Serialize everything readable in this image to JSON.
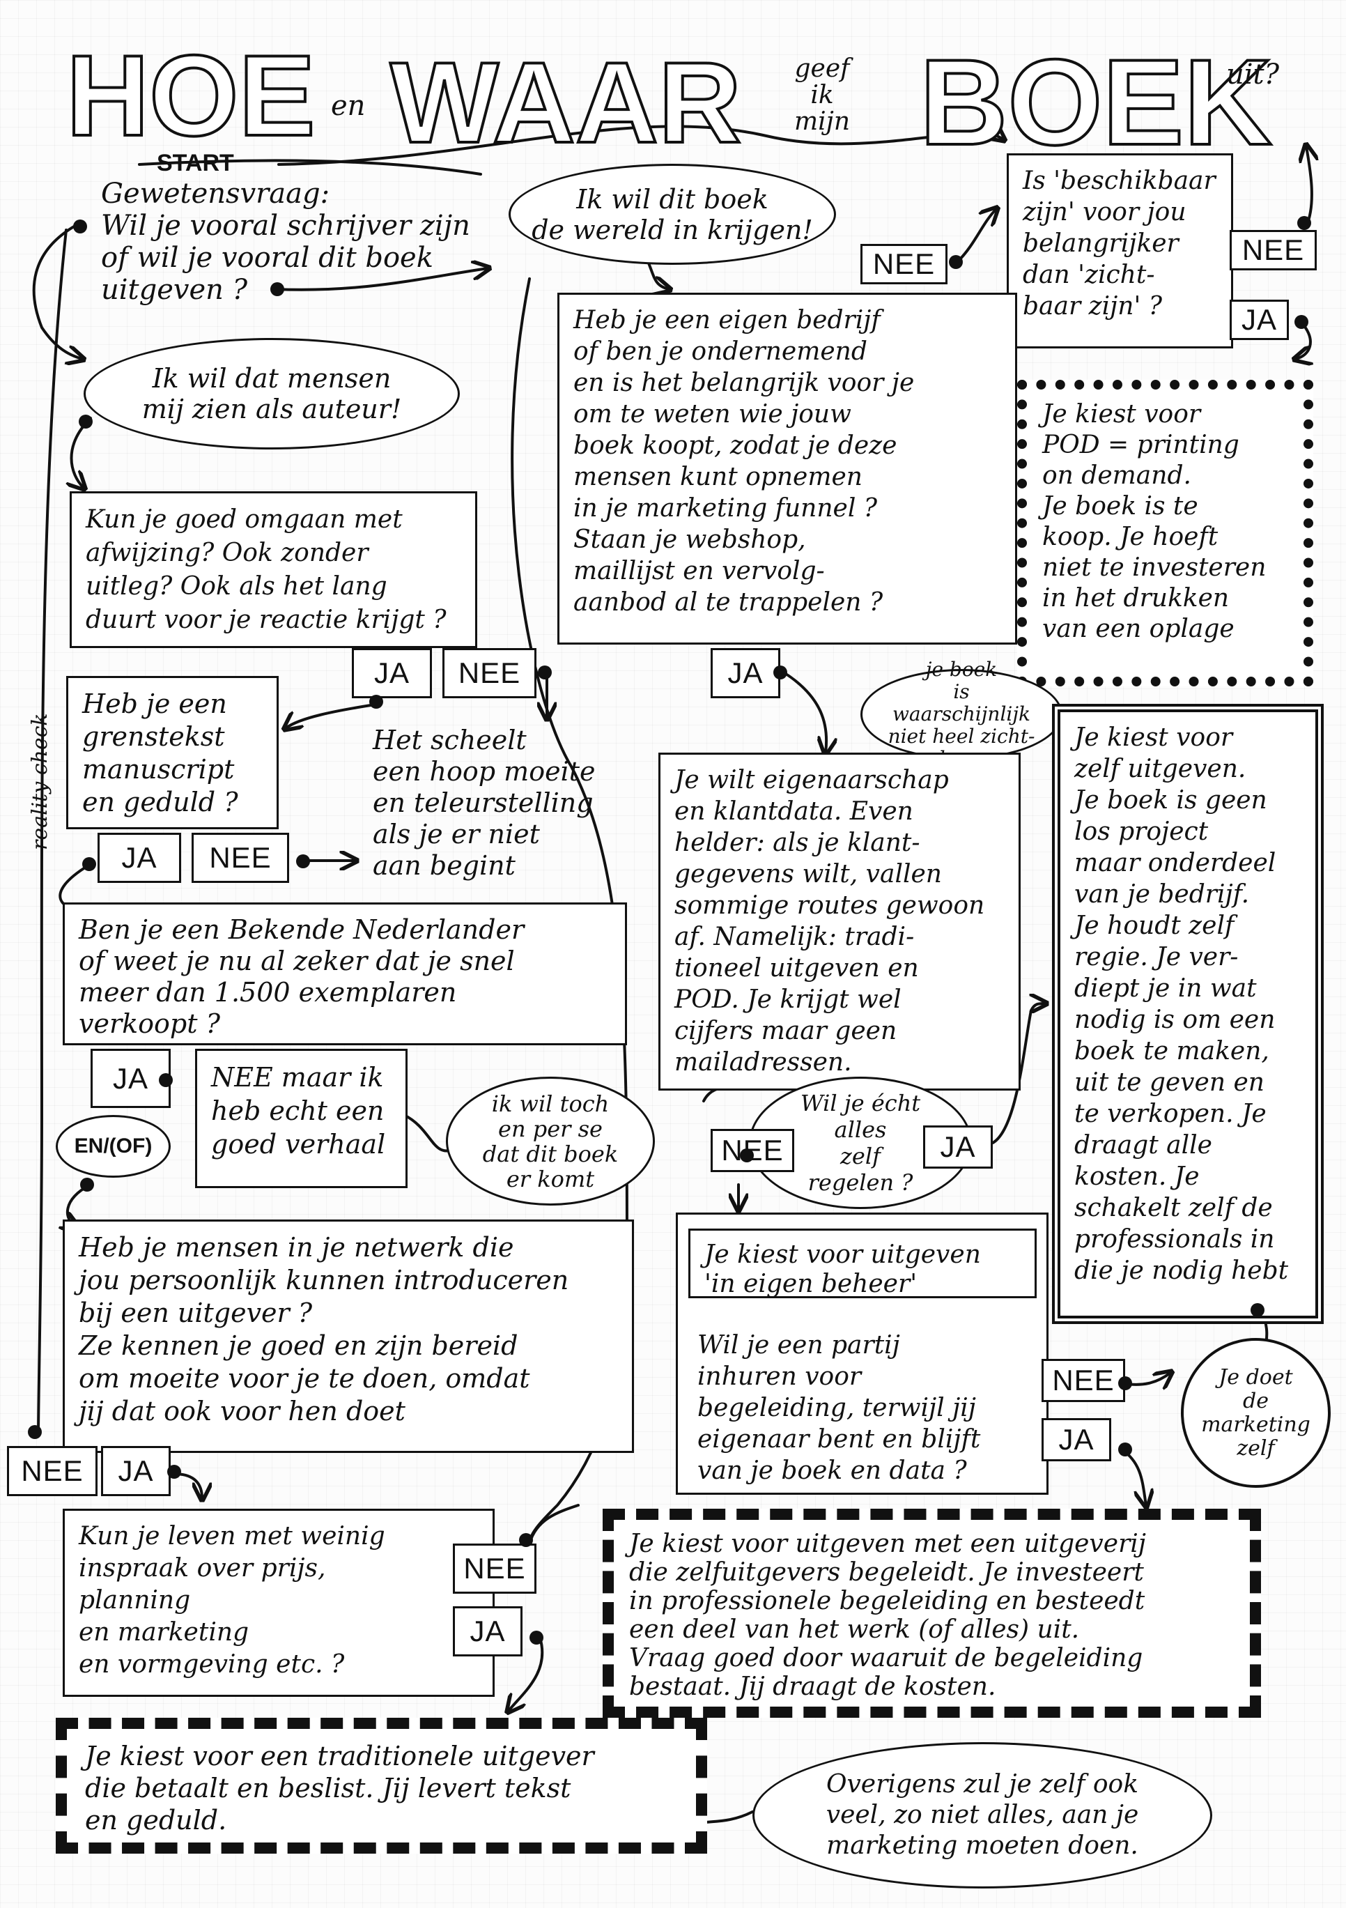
{
  "title": {
    "hoe": "HOE",
    "en": "en",
    "waar": "WAAR",
    "geef_ik_mijn": "geef\nik\nmijn",
    "boek": "BOEK",
    "uit": "uit?"
  },
  "start_label": "START",
  "reality_check": "reality check",
  "nodes": {
    "gewetensvraag": "Gewetensvraag:\nWil je vooral schrijver zijn\nof wil je vooral dit boek\nuitgeven ?",
    "cloud_boek_wereld": "Ik wil dit boek\nde wereld in krijgen!",
    "cloud_auteur": "Ik wil dat mensen\nmij zien als auteur!",
    "beschikbaar": "Is 'beschikbaar\nzijn' voor jou\nbelangrijker\ndan 'zicht-\nbaar zijn' ?",
    "eigen_bedrijf": "Heb je een eigen bedrijf\nof ben je ondernemend\nen is het belangrijk voor je\nom te weten wie jouw\nboek koopt, zodat je deze\nmensen kunt opnemen\nin je marketing funnel ?\n      Staan je webshop,\n      maillijst en vervolg-\n      aanbod al te trappelen ?",
    "pod": "Je kiest voor\nPOD = printing\non demand.\nJe boek is te\nkoop. Je hoeft\nniet te investeren\nin het drukken\nvan een oplage",
    "afwijzing": "Kun je goed omgaan met\nafwijzing? Ook zonder\nuitleg? Ook als het lang\nduurt voor je reactie krijgt ?",
    "grenstekst": "Heb je een\ngrenstekst\nmanuscript\nen geduld ?",
    "scheelt": "Het scheelt\neen hoop moeite\nen teleurstelling\nals je er niet\naan begint",
    "niet_zichtbaar": "je boek\nis waarschijnlijk\nniet heel zicht-\nbaar",
    "eigenaarschap": "Je wilt eigenaarschap\nen klantdata. Even\nhelder: als je klant-\ngegevens wilt, vallen\nsommige routes gewoon\naf. Namelijk: tradi-\ntioneel uitgeven en\nPOD. Je krijgt wel\ncijfers maar geen\nmailadressen.",
    "zelf_uitgeven": "Je kiest voor\nzelf uitgeven.\nJe boek is geen\nlos project\nmaar onderdeel\nvan je bedrijf.\nJe houdt zelf\nregie. Je ver-\ndiept je in wat\nnodig is om een\nboek te maken,\nuit te geven en\nte verkopen. Je\ndraagt alle\nkosten. Je\nschakelt zelf de\nprofessionals in\ndie je nodig hebt",
    "bekende_nederlander": "Ben je een Bekende Nederlander\nof weet je nu al zeker dat je snel\nmeer dan 1.500 exemplaren\nverkoopt ?",
    "nee_maar": "NEE maar ik\nheb echt een\ngoed verhaal",
    "en_of": "EN/(OF)",
    "cloud_toch": "ik wil toch\nen per se\ndat dit boek\ner komt",
    "cloud_alles_zelf": "Wil je écht\nalles\nzelf\nregelen ?",
    "netwerk": "Heb je mensen in je netwerk die\njou persoonlijk kunnen introduceren\nbij een uitgever ?\nZe kennen je goed en zijn bereid\nom moeite voor je te doen, omdat\njij dat ook voor hen doet",
    "eigen_beheer_title": "Je kiest voor uitgeven\n'in eigen beheer'",
    "eigen_beheer_q": "Wil je een partij\ninhuren voor\nbegeleiding, terwijl jij\neigenaar bent en blijft\nvan je boek en data ?",
    "marketing_zelf": "Je doet\nde\nmarketing\nzelf",
    "inspraak": "Kun je leven met weinig\ninspraak over prijs,\nplanning\nen marketing\nen vormgeving   etc. ?",
    "uitgeverij_begeleidt": "Je kiest voor uitgeven met een uitgeverij\ndie zelfuitgevers begeleidt. Je investeert\nin professionele begeleiding en besteedt\neen deel van het werk (of alles) uit.\nVraag goed door waaruit de begeleiding\nbestaat. Jij draagt de kosten.",
    "traditioneel": "Je kiest voor een traditionele uitgever\ndie betaalt en beslist. Jij levert tekst\nen geduld.",
    "overigens": "Overigens zul je zelf ook\nveel, zo niet alles, aan je\nmarketing moeten doen."
  },
  "answers": {
    "nee": "NEE",
    "ja": "JA"
  }
}
